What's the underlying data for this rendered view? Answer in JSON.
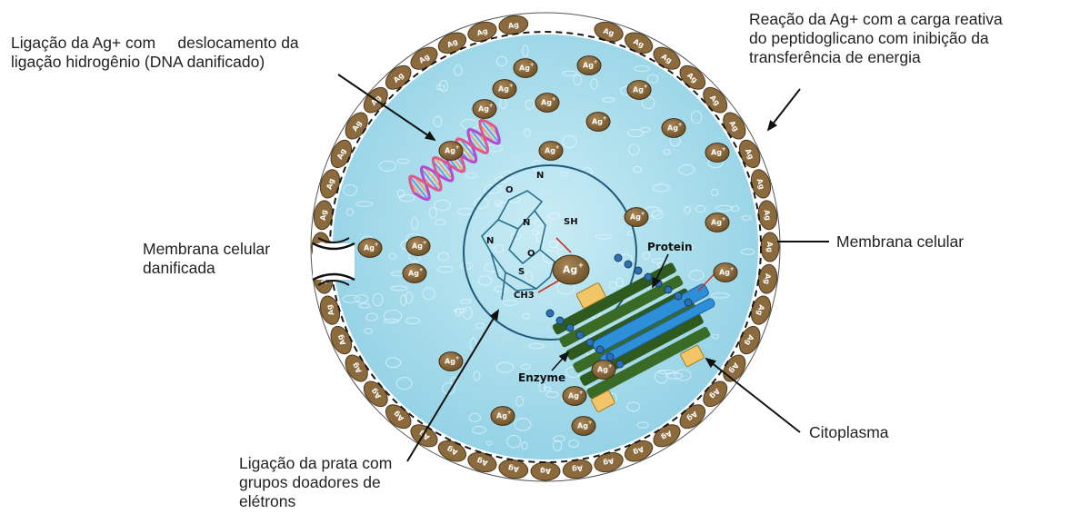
{
  "labels": {
    "ag_hydrogen": "Ligação da Ag+ com     deslocamento da\nligação hidrogênio (DNA danificado)",
    "peptidoglycan": "Reação da Ag+ com a carga reativa\ndo peptidoglicano com inibição da\ntransferência de energia",
    "membrane_damaged": "Membrana celular\ndanificada",
    "membrane": "Membrana celular",
    "cytoplasm": "Citoplasma",
    "silver_binding": "Ligação da prata com\ngrupos doadores de\nelétrons"
  },
  "in_figure_text": {
    "ion": "Ag",
    "ion_charge": "+",
    "wall_ion": "Ag",
    "protein": "Protein",
    "enzyme": "Enzyme",
    "atom_n": "N",
    "atom_o": "O",
    "atom_sh": "SH",
    "atom_s": "S",
    "atom_ch3": "CH3"
  },
  "colors": {
    "wall_pill": "#8b6a3e",
    "wall_pill_edge": "#4e3a1c",
    "cytoplasm": "#a9dcea",
    "ion_fill": "#8b6a3e",
    "nucleoid_line": "#1f5a7a",
    "protein_green": "#2f5a1e",
    "protein_blue": "#2d8fd8",
    "arrow": "#111111"
  }
}
